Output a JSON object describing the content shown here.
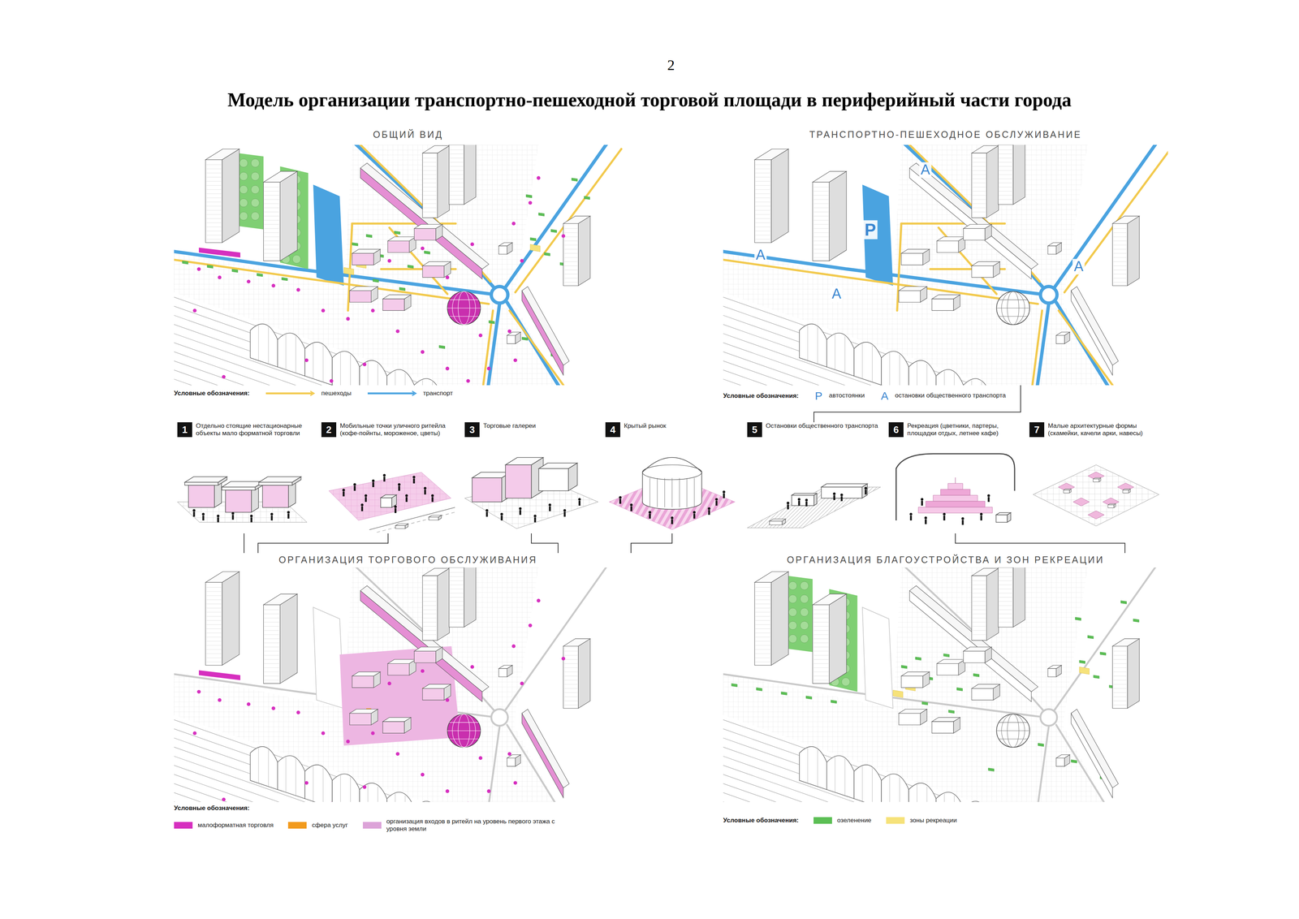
{
  "diagram": {
    "title": "Модель организации транспортно-пешеходной торговой площади в периферийный части города",
    "nodes": [
      {
        "text": [
          "ОБЩИЙ ВИД"
        ]
      },
      {
        "text": [
          "ТРАНСПОРТНО-ПЕШЕХОДНОЕ ОБСЛУЖИВАНИЕ"
        ]
      },
      {
        "text": [
          "1",
          "Отдельно стоящие нестационарные объекты мало форматной торговли"
        ]
      },
      {
        "text": [
          "2",
          "Мобильные точки уличного ритейла (кофе-пойнты, мороженое, цветы)"
        ]
      },
      {
        "text": [
          "3",
          "Торговые галереи"
        ]
      },
      {
        "text": [
          "4",
          "Крытый рынок"
        ]
      },
      {
        "text": [
          "5",
          "Остановки общественного транспорта"
        ]
      },
      {
        "text": [
          "6",
          "Рекреация (цветники, партеры, площадки отдых, летнее кафе)"
        ]
      },
      {
        "text": [
          "7",
          "Малые архитектурные формы (скамейки, качели арки, навесы)"
        ]
      },
      {
        "text": [
          "ОРГАНИЗАЦИЯ ТОРГОВОГО ОБСЛУЖИВАНИЯ"
        ]
      },
      {
        "text": [
          "ОРГАНИЗАЦИЯ БЛАГОУСТРОЙСТВА И ЗОН РЕКРЕАЦИИ"
        ]
      }
    ],
    "edges": [
      {
        "from": 2,
        "to": 9,
        "arrow": "none"
      },
      {
        "from": 3,
        "to": 9,
        "arrow": "none"
      },
      {
        "from": 4,
        "to": 9,
        "arrow": "none"
      },
      {
        "from": 5,
        "to": 9,
        "arrow": "none"
      },
      {
        "from": 6,
        "to": 1,
        "arrow": "none"
      },
      {
        "from": 7,
        "to": 10,
        "arrow": "none"
      }
    ],
    "labels": [
      "2",
      "A",
      "P",
      "A",
      "A",
      "A",
      "Условные обозначения:",
      "Условные обозначения:",
      "P",
      "A",
      "Условные обозначения:",
      "Условные обозначения:"
    ],
    "legend": [
      {
        "text": "пешеходы"
      },
      {
        "text": "транспорт"
      },
      {
        "text": "автостоянки"
      },
      {
        "text": "остановки общественного транспорта"
      },
      {
        "text": "малоформатная торговля",
        "color": "#d62fbf"
      },
      {
        "text": "сфера услуг",
        "color": "#f29a1c"
      },
      {
        "text": "организация входов в ритейл на уровень первого этажа с уровня земли",
        "color": "#dca3d8"
      },
      {
        "text": "озеленение",
        "color": "#5cbf55"
      },
      {
        "text": "зоны рекреации",
        "color": "#f6e27a"
      }
    ]
  }
}
